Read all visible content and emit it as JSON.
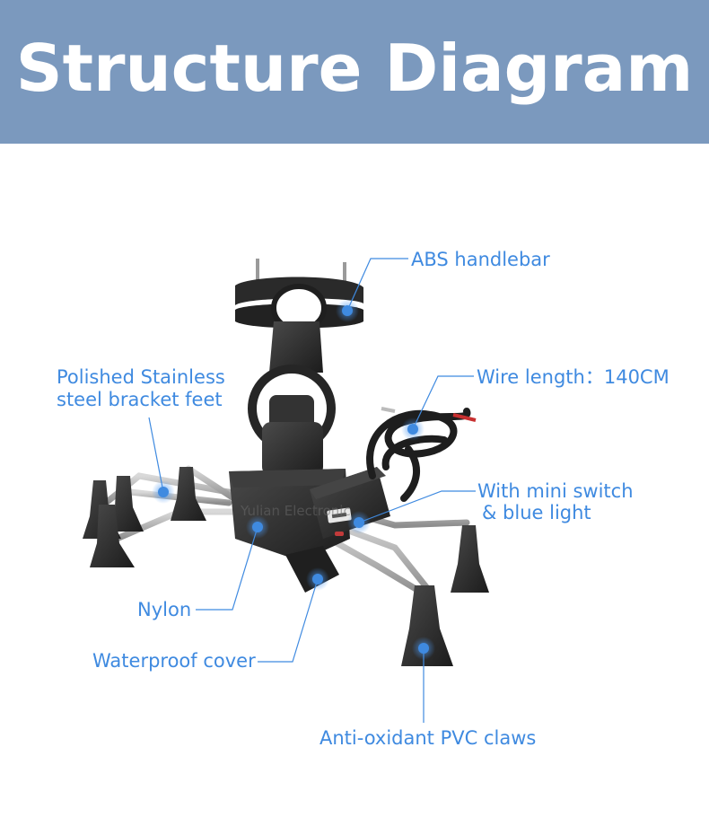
{
  "title": "Structure Diagram",
  "watermark": "Yulian Electronic",
  "colors": {
    "banner": "#7b99be",
    "accent": "#3f8ae0",
    "product": "#2b2b2b"
  },
  "labels": {
    "abs_handlebar": "ABS handlebar",
    "stainless_line1": "Polished Stainless",
    "stainless_line2": "steel bracket feet",
    "wire_length": "Wire length：140CM",
    "switch_line1": "With mini switch",
    "switch_line2": "& blue light",
    "nylon": "Nylon",
    "waterproof": "Waterproof cover",
    "pvc_claws": "Anti-oxidant PVC claws"
  }
}
